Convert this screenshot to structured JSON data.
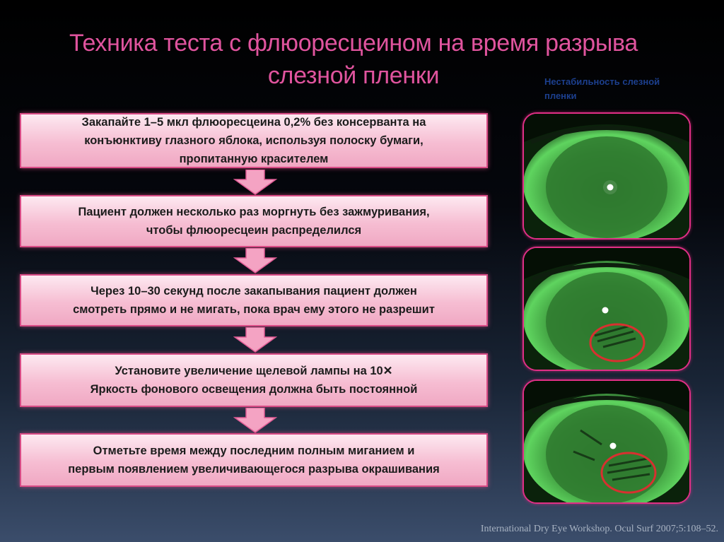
{
  "slide": {
    "title_line1": "Техника теста с флюоресцеином на время разрыва",
    "title_line2": "слезной пленки",
    "eye_caption": "Нестабильность слезной пленки",
    "steps": [
      {
        "lines": [
          "Закапайте 1–5 мкл флюоресцеина 0,2% без консерванта на",
          "конъюнктиву глазного яблока, используя полоску бумаги,",
          "пропитанную красителем"
        ]
      },
      {
        "lines": [
          "Пациент должен несколько раз моргнуть без зажмуривания,",
          "чтобы флюоресцеин распределился"
        ]
      },
      {
        "lines": [
          "Через 10–30 секунд после закапывания пациент должен",
          "смотреть прямо и не мигать, пока врач ему этого не разрешит"
        ]
      },
      {
        "lines": [
          "Установите увеличение щелевой лампы на 10✕",
          "Яркость фонового освещения должна быть постоянной"
        ]
      },
      {
        "lines": [
          "Отметьте время между последним полным миганием и",
          "первым появлением увеличивающегося разрыва окрашивания"
        ]
      }
    ],
    "citation": "International Dry Eye Workshop. Ocul Surf 2007;5:108–52."
  },
  "colors": {
    "title": "#e0549e",
    "box_fill": "#f6bdd2",
    "box_border": "#d94c86",
    "arrow": "#f4a3c3",
    "photo_border": "#e02f86",
    "fluorescein_green": "#4fd24f",
    "breakup_ring": "#d83030"
  },
  "photos": [
    {
      "name": "stable-tear-film-photo",
      "breakup_marked": false
    },
    {
      "name": "tear-film-breakup-photo",
      "breakup_marked": true
    },
    {
      "name": "enlarging-breakup-photo",
      "breakup_marked": true
    }
  ]
}
